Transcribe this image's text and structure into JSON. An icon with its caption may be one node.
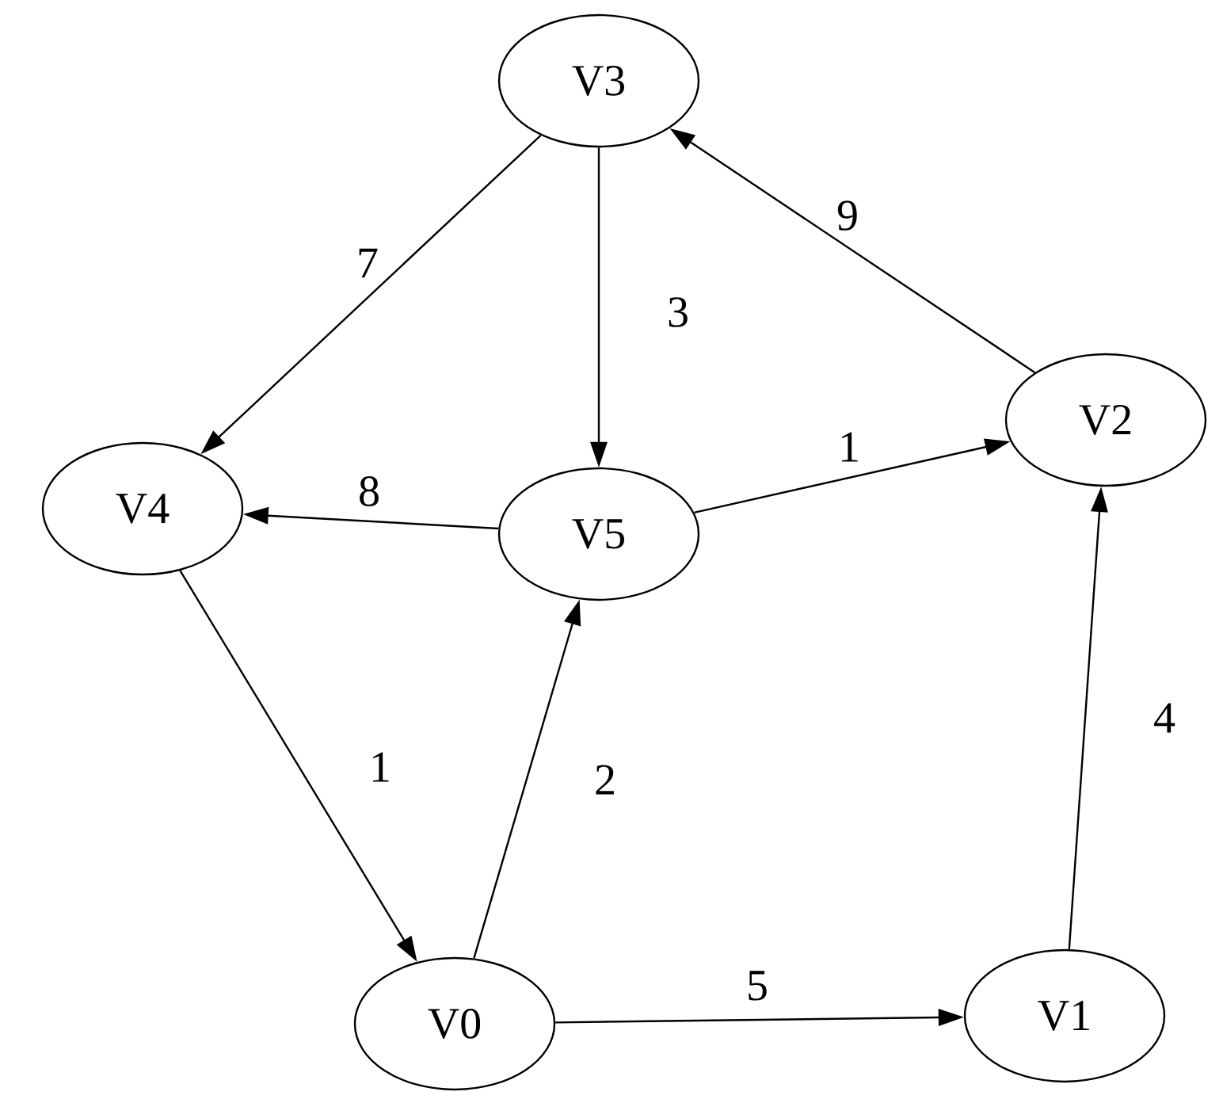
{
  "diagram": {
    "nodes": [
      {
        "text": [
          "V3"
        ]
      },
      {
        "text": [
          "V2"
        ]
      },
      {
        "text": [
          "V4"
        ]
      },
      {
        "text": [
          "V5"
        ]
      },
      {
        "text": [
          "V0"
        ]
      },
      {
        "text": [
          "V1"
        ]
      }
    ],
    "edges": [
      {
        "from": 0,
        "to": 2,
        "arrow": "to",
        "label": "7"
      },
      {
        "from": 0,
        "to": 3,
        "arrow": "to",
        "label": "3"
      },
      {
        "from": 1,
        "to": 0,
        "arrow": "to",
        "label": "9"
      },
      {
        "from": 3,
        "to": 1,
        "arrow": "to",
        "label": "1"
      },
      {
        "from": 3,
        "to": 2,
        "arrow": "to",
        "label": "8"
      },
      {
        "from": 2,
        "to": 4,
        "arrow": "to",
        "label": "1"
      },
      {
        "from": 4,
        "to": 3,
        "arrow": "to",
        "label": "2"
      },
      {
        "from": 4,
        "to": 5,
        "arrow": "to",
        "label": "5"
      },
      {
        "from": 5,
        "to": 1,
        "arrow": "to",
        "label": "4"
      }
    ]
  }
}
